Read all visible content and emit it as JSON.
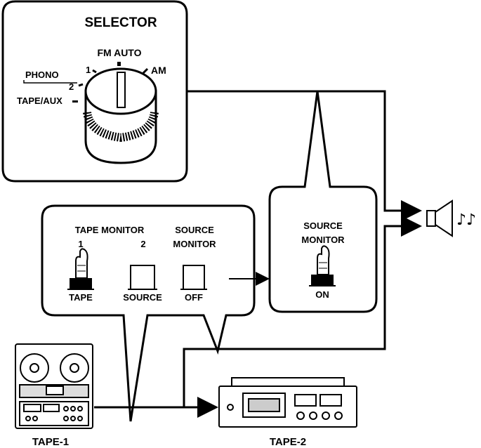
{
  "selector": {
    "title": "SELECTOR",
    "positions": {
      "fm_auto": "FM AUTO",
      "am": "AM",
      "phono": "PHONO",
      "phono_1": "1",
      "phono_2": "2",
      "tape_aux": "TAPE/AUX"
    }
  },
  "monitor_panel": {
    "tape_monitor_label": "TAPE MONITOR",
    "tape_monitor_1": "1",
    "tape_monitor_2": "2",
    "source_monitor_label_line1": "SOURCE",
    "source_monitor_label_line2": "MONITOR",
    "switch_tape": "TAPE",
    "switch_source": "SOURCE",
    "switch_off": "OFF"
  },
  "source_monitor_panel": {
    "label_line1": "SOURCE",
    "label_line2": "MONITOR",
    "switch_on": "ON"
  },
  "devices": {
    "tape1": "TAPE-1",
    "tape2": "TAPE-2"
  },
  "speaker_notes": "♪♪"
}
